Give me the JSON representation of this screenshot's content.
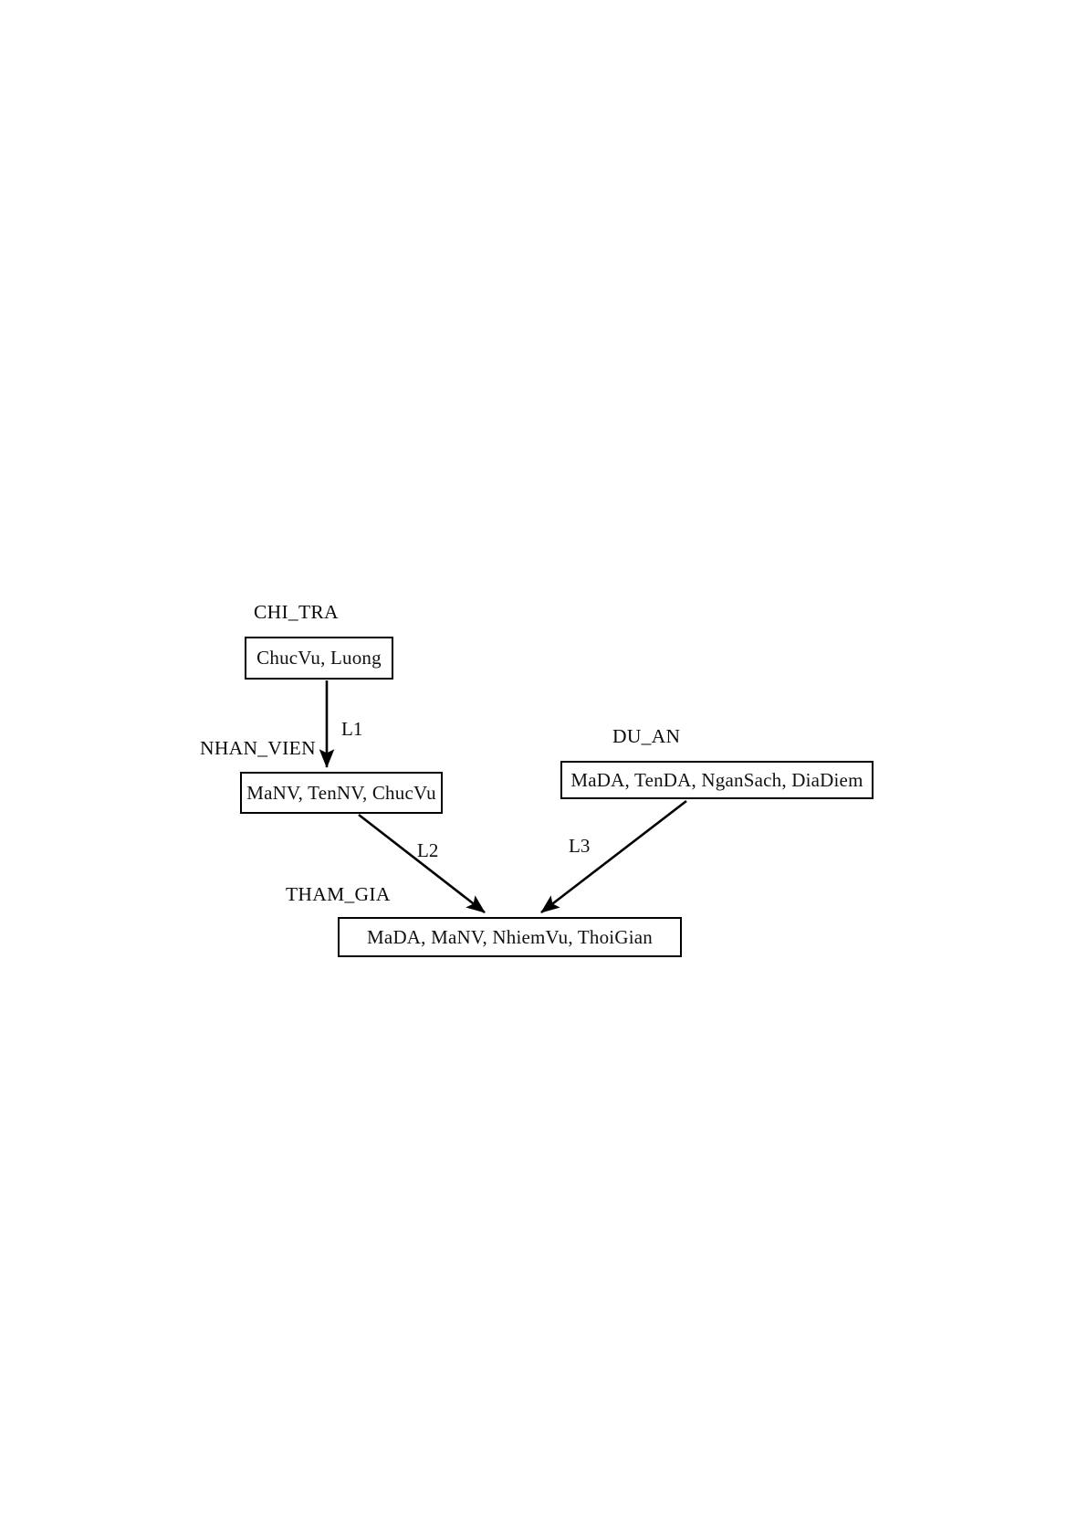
{
  "diagram": {
    "type": "relational-schema-dependency-diagram",
    "entities": [
      {
        "id": "chi_tra",
        "label": "CHI_TRA",
        "attributes": "ChucVu, Luong"
      },
      {
        "id": "nhan_vien",
        "label": "NHAN_VIEN",
        "attributes": "MaNV, TenNV, ChucVu"
      },
      {
        "id": "du_an",
        "label": "DU_AN",
        "attributes": "MaDA, TenDA, NganSach, DiaDiem"
      },
      {
        "id": "tham_gia",
        "label": "THAM_GIA",
        "attributes": "MaDA, MaNV, NhiemVu, ThoiGian"
      }
    ],
    "edges": [
      {
        "id": "l1",
        "label": "L1",
        "from": "chi_tra",
        "to": "nhan_vien"
      },
      {
        "id": "l2",
        "label": "L2",
        "from": "nhan_vien",
        "to": "tham_gia"
      },
      {
        "id": "l3",
        "label": "L3",
        "from": "du_an",
        "to": "tham_gia"
      }
    ],
    "colors": {
      "stroke": "#000000",
      "background": "#ffffff",
      "text": "#0b0b0b"
    }
  }
}
